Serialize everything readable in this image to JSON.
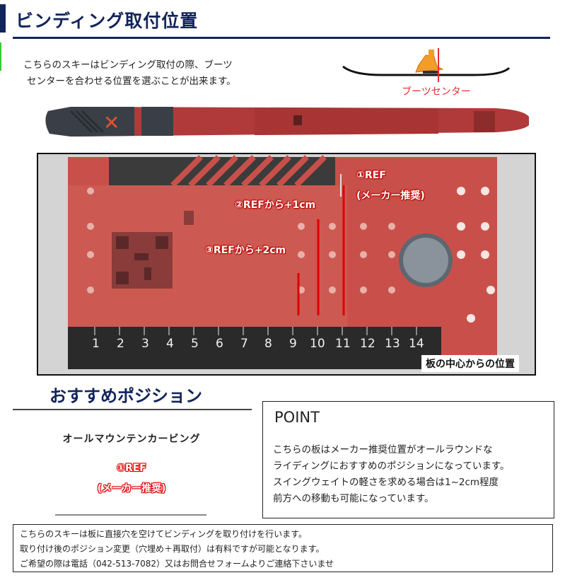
{
  "header": {
    "title": "ビンディング取付位置"
  },
  "intro": {
    "line1": "こちらのスキーはビンディング取付の際、ブーツ",
    "line2": "センターを合わせる位置を選ぶことが出来ます。"
  },
  "boot_diagram": {
    "label": "ブーツセンター"
  },
  "photo": {
    "ref_label": "①REF",
    "ref_sub": "(メーカー推奨)",
    "plus1_label": "②REFから+1cm",
    "plus2_label": "③REFから+2cm",
    "center_caption": "板の中心からの位置",
    "ruler_numbers": [
      "1",
      "2",
      "3",
      "4",
      "5",
      "6",
      "7",
      "8",
      "9",
      "10",
      "11",
      "12",
      "13",
      "14"
    ]
  },
  "recommended": {
    "title": "おすすめポジション",
    "style": "オールマウンテンカービング",
    "position": "①REF",
    "position_sub": "(メーカー推奨)"
  },
  "point": {
    "title": "POINT",
    "line1": "こちらの板はメーカー推奨位置がオールラウンドな",
    "line2": "ライディングにおすすめのポジションになっています。",
    "line3": "スイングウェイトの軽さを求める場合は1~2cm程度",
    "line4": "前方への移動も可能になっています。"
  },
  "footer": {
    "line1": "こちらのスキーは板に直接穴を空けてビンディングを取り付けを行います。",
    "line2": "取り付け後のポジション変更（穴埋め＋再取付）は有料ですが可能となります。",
    "line3": "ご希望の際は電話（042-513-7082）又はお問合せフォームよりご連絡下さいませ"
  },
  "colors": {
    "navy": "#12245c",
    "red": "#e03030",
    "ski_red": "#b03a3a",
    "photo_red": "#c9504a"
  }
}
